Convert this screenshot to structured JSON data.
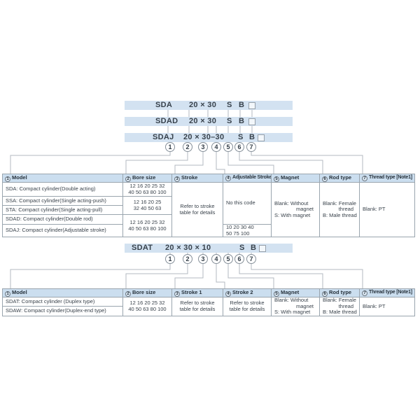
{
  "colors": {
    "band_background": "#d3e2f1",
    "table_header_background": "#cbdeef",
    "table_border": "#9aa5ae",
    "wire_line": "#b3bac0",
    "text": "#39424b"
  },
  "section1": {
    "code_rows": [
      {
        "model": "SDA",
        "size": "20 × 30",
        "magnet": "S",
        "rod": "B"
      },
      {
        "model": "SDAD",
        "size": "20 × 30",
        "magnet": "S",
        "rod": "B"
      },
      {
        "model": "SDAJ",
        "size": "20 × 30–30",
        "magnet": "S",
        "rod": "B"
      }
    ],
    "callouts": [
      "1",
      "2",
      "3",
      "4",
      "5",
      "6",
      "7"
    ],
    "table": {
      "headers": [
        {
          "num": "1",
          "label": "Model"
        },
        {
          "num": "2",
          "label": "Bore size"
        },
        {
          "num": "3",
          "label": "Stroke"
        },
        {
          "num": "4",
          "label": "Adjustable Stroke"
        },
        {
          "num": "5",
          "label": "Magnet"
        },
        {
          "num": "6",
          "label": "Rod type"
        },
        {
          "num": "7",
          "label": "Thread type [Note1]"
        }
      ],
      "models": [
        "SDA: Compact cylinder(Double acting)",
        "SSA: Compact cylinder(Single acting-push)",
        "STA: Compact cylinder(Single acting-pull)",
        "SDAD: Compact cylinder(Double rod)",
        "SDAJ: Compact cylinder(Adjustable stroke)"
      ],
      "bore_sda": [
        "12 16 20 25 32",
        "40 50 63 80 100"
      ],
      "bore_ssa_sta": [
        "12 16 20 25",
        "32 40 50 63"
      ],
      "bore_sdad_sdaj": [
        "12 16 20 25 32",
        "40 50 63 80 100"
      ],
      "stroke": [
        "Refer to stroke",
        "table for details"
      ],
      "adjustable_none": "No this code",
      "adjustable_values": [
        "10 20 30 40",
        "50 75 100"
      ],
      "magnet": [
        "Blank: Without",
        "magnet",
        "S: With magnet"
      ],
      "rod": [
        "Blank: Female",
        "thread",
        "B: Male thread"
      ],
      "thread": "Blank: PT"
    }
  },
  "section2": {
    "code_rows": [
      {
        "model": "SDAT",
        "size": "20 × 30 × 10",
        "magnet": "S",
        "rod": "B"
      }
    ],
    "callouts": [
      "1",
      "2",
      "3",
      "4",
      "5",
      "6",
      "7"
    ],
    "table": {
      "headers": [
        {
          "num": "1",
          "label": "Model"
        },
        {
          "num": "2",
          "label": "Bore size"
        },
        {
          "num": "3",
          "label": "Stroke 1"
        },
        {
          "num": "4",
          "label": "Stroke 2"
        },
        {
          "num": "5",
          "label": "Magnet"
        },
        {
          "num": "6",
          "label": "Rod type"
        },
        {
          "num": "7",
          "label": "Thread type [Note1]"
        }
      ],
      "models": [
        "SDAT: Compact cylinder (Duplex type)",
        "SDAW: Compact cylinder(Duplex-end type)"
      ],
      "bore": [
        "12 16 20 25 32",
        "40 50 63 80 100"
      ],
      "stroke1": [
        "Refer to stroke",
        "table for details"
      ],
      "stroke2": [
        "Refer to stroke",
        "table for details"
      ],
      "magnet": [
        "Blank: Without",
        "magnet",
        "S: With magnet"
      ],
      "rod": [
        "Blank: Female",
        "thread",
        "B: Male thread"
      ],
      "thread": "Blank: PT"
    }
  }
}
